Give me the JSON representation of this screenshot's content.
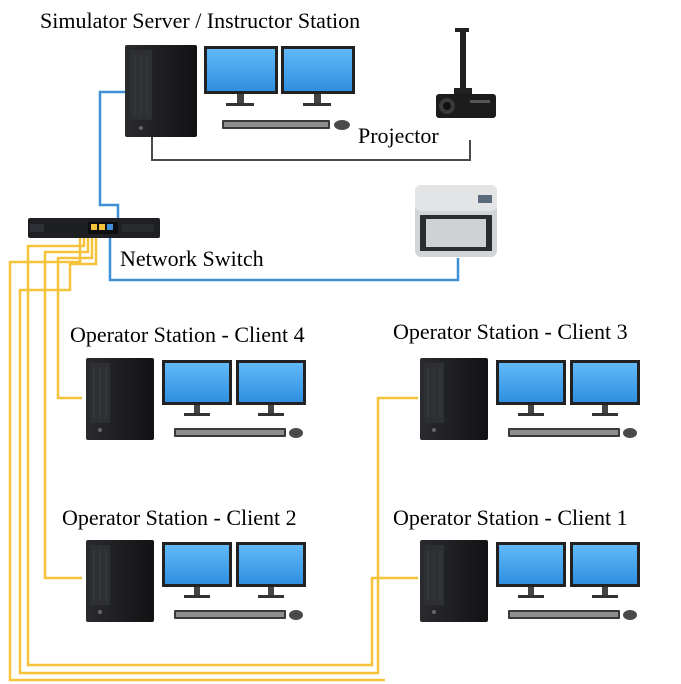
{
  "labels": {
    "server": "Simulator Server / Instructor Station",
    "projector": "Projector",
    "network_switch": "Network Switch",
    "client4": "Operator Station - Client 4",
    "client3": "Operator Station - Client 3",
    "client2": "Operator Station - Client 2",
    "client1": "Operator Station - Client 1"
  },
  "colors": {
    "ethernet_blue": "#3f8fd6",
    "ethernet_yellow": "#f6c23a",
    "video_cable": "#4a4a4a",
    "tower": "#1f1f22",
    "screen": "#3ea3f0",
    "monitor_frame": "#2a2a2a",
    "printer_body": "#cfd2d4"
  },
  "icons": [
    "tower-pc-icon",
    "monitor-icon",
    "keyboard-icon",
    "mouse-icon",
    "projector-icon",
    "printer-icon",
    "network-switch-icon"
  ]
}
